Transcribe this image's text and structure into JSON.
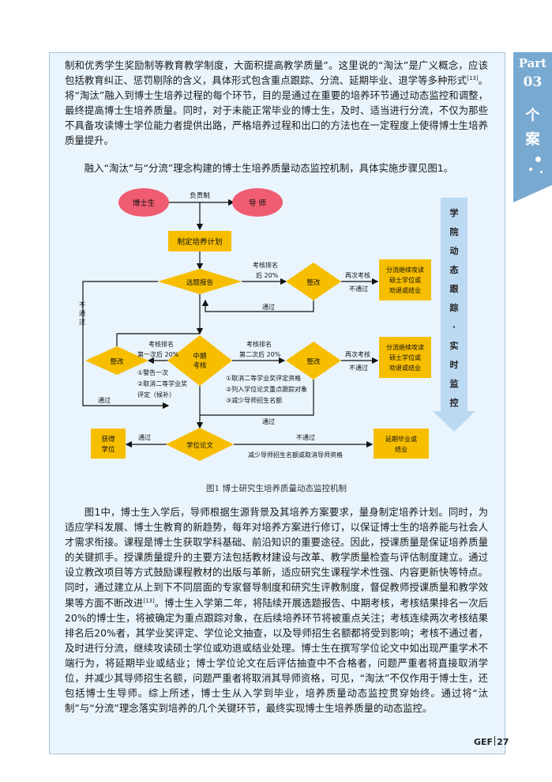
{
  "side_tab": {
    "part": "Part",
    "number": "03",
    "title_chars": [
      "个",
      "案"
    ]
  },
  "paragraphs": {
    "p1_a": "制和优秀学生奖励制等教育教学制度，大面积提高教学质量”。这里说的“淘汰”是广义概念，应该包括教育纠正、惩罚剔除的含义，具体形式包含重点跟踪、分流、延期毕业、退学等多种形式",
    "p1_ref": "[13]",
    "p1_b": "。将“淘汰”融入到博士生培养过程的每个环节，目的是通过在重要的培养环节通过动态监控和调整，最终提高博士生培养质量。同时，对于未能正常毕业的博士生，及时、适当进行分流，不仅为那些不具备攻读博士学位能力者提供出路，严格培养过程和出口的方法也在一定程度上使得博士生培养质量提升。",
    "p2": "融入“淘汰”与“分流”理念构建的博士生培养质量动态监控机制，具体实施步骤见图1。",
    "p3_a": "图1中，博士生入学后，导师根据生源背景及其培养方案要求，量身制定培养计划。同时，为适应学科发展、博士生教育的新趋势，每年对培养方案进行修订，以保证博士生的培养能与社会人才需求衔接。课程是博士生获取学科基础、前沿知识的重要途径。因此，授课质量是保证培养质量的关键抓手。授课质量提升的主要方法包括教材建设与改革、教学质量检查与评估制度建立。通过设立教改项目等方式鼓励课程教材的出版与革新，适应研究生课程学术性强、内容更新快等特点。同时，通过建立从上到下不同层面的专家督导制度和研究生评教制度，督促教师授课质量和教学效果等方面不断改进",
    "p3_ref": "[13]",
    "p3_b": "。博士生入学第二年，将陆续开展选题报告、中期考核，考核结果排名一次后20%的博士生，将被确定为重点跟踪对象，在后续培养环节将被重点关注；考核连续两次考核结果排名后20%者，其学业奖评定、学位论文抽查，以及导师招生名额都将受到影响；考核不通过者，及时进行分流，继续攻读硕士学位或劝退或结业处理。博士生在撰写学位论文中如出现严重学术不端行为，将延期毕业或结业；博士学位论文在后评估抽查中不合格者，问题严重者将直接取消学位，并减少其导师招生名额，问题严重者将取消其导师资格，可见，“淘汰”不仅作用于博士生，还包括博士生导师。综上所述，博士生从入学到毕业，培养质量动态监控贯穿始终。通过将“汰制”与“分流”理念落实到培养的几个关键环节，最终实现博士生培养质量的动态监控。"
  },
  "figure": {
    "caption": "图1  博士研究生培养质量动态监控机制",
    "nodes": {
      "student": "博士生",
      "advisor": "导 师",
      "responsibility": "负责制",
      "plan": "制定培养计划",
      "proposal": "选题报告",
      "rectify1": "整改",
      "rectify2": "整改",
      "rectify3": "整改",
      "midterm_1": "中期",
      "midterm_2": "考核",
      "thesis": "学位论文",
      "obtain_1": "获得",
      "obtain_2": "学位",
      "divert1_1": "分流继续攻读",
      "divert1_2": "硕士学位或",
      "divert1_3": "劝退或结业",
      "divert2_1": "分流继续攻读",
      "divert2_2": "硕士学位或",
      "divert2_3": "劝退或结业",
      "delay_1": "延期毕业或",
      "delay_2": "结业"
    },
    "labels": {
      "rank_a1": "考核排名",
      "rank_a2": "后 20%",
      "recheck_a1": "再次考核",
      "recheck_a2": "不通过",
      "pass_a": "通过",
      "fail_left_1": "不",
      "fail_left_2": "通",
      "fail_left_3": "过",
      "rank_b1": "考核排名",
      "rank_b2": "第一次后 20%",
      "rank_c1": "考核排名",
      "rank_c2": "第二次后 20%",
      "recheck_b1": "再次考核",
      "recheck_b2": "不通过",
      "warn1": "①警告一次",
      "warn2": "②取消二等学业奖",
      "warn3": "评定（候补）",
      "m1": "①取消二等学业奖评定资格",
      "m2": "②列入学位论文重点跟踪对象",
      "m3": "③减少导师招生名额",
      "pass_b": "通过",
      "pass_c": "通过",
      "pass_d": "通过",
      "fail_d": "不通过",
      "reduce": "减少导师招生名额或取消导师资格"
    },
    "arrow_chars": [
      "学",
      "院",
      "动",
      "态",
      "跟",
      "踪",
      "·",
      "实",
      "时",
      "监",
      "控"
    ]
  },
  "footer": {
    "journal": "GEF",
    "page": "27"
  },
  "colors": {
    "frame_bg": "#eaf4fc",
    "tab": "#78a9d1",
    "box_yellow": "#f7be00",
    "ellipse_pink": "#f05c72",
    "arrow_blue": "#bcd9f2"
  }
}
